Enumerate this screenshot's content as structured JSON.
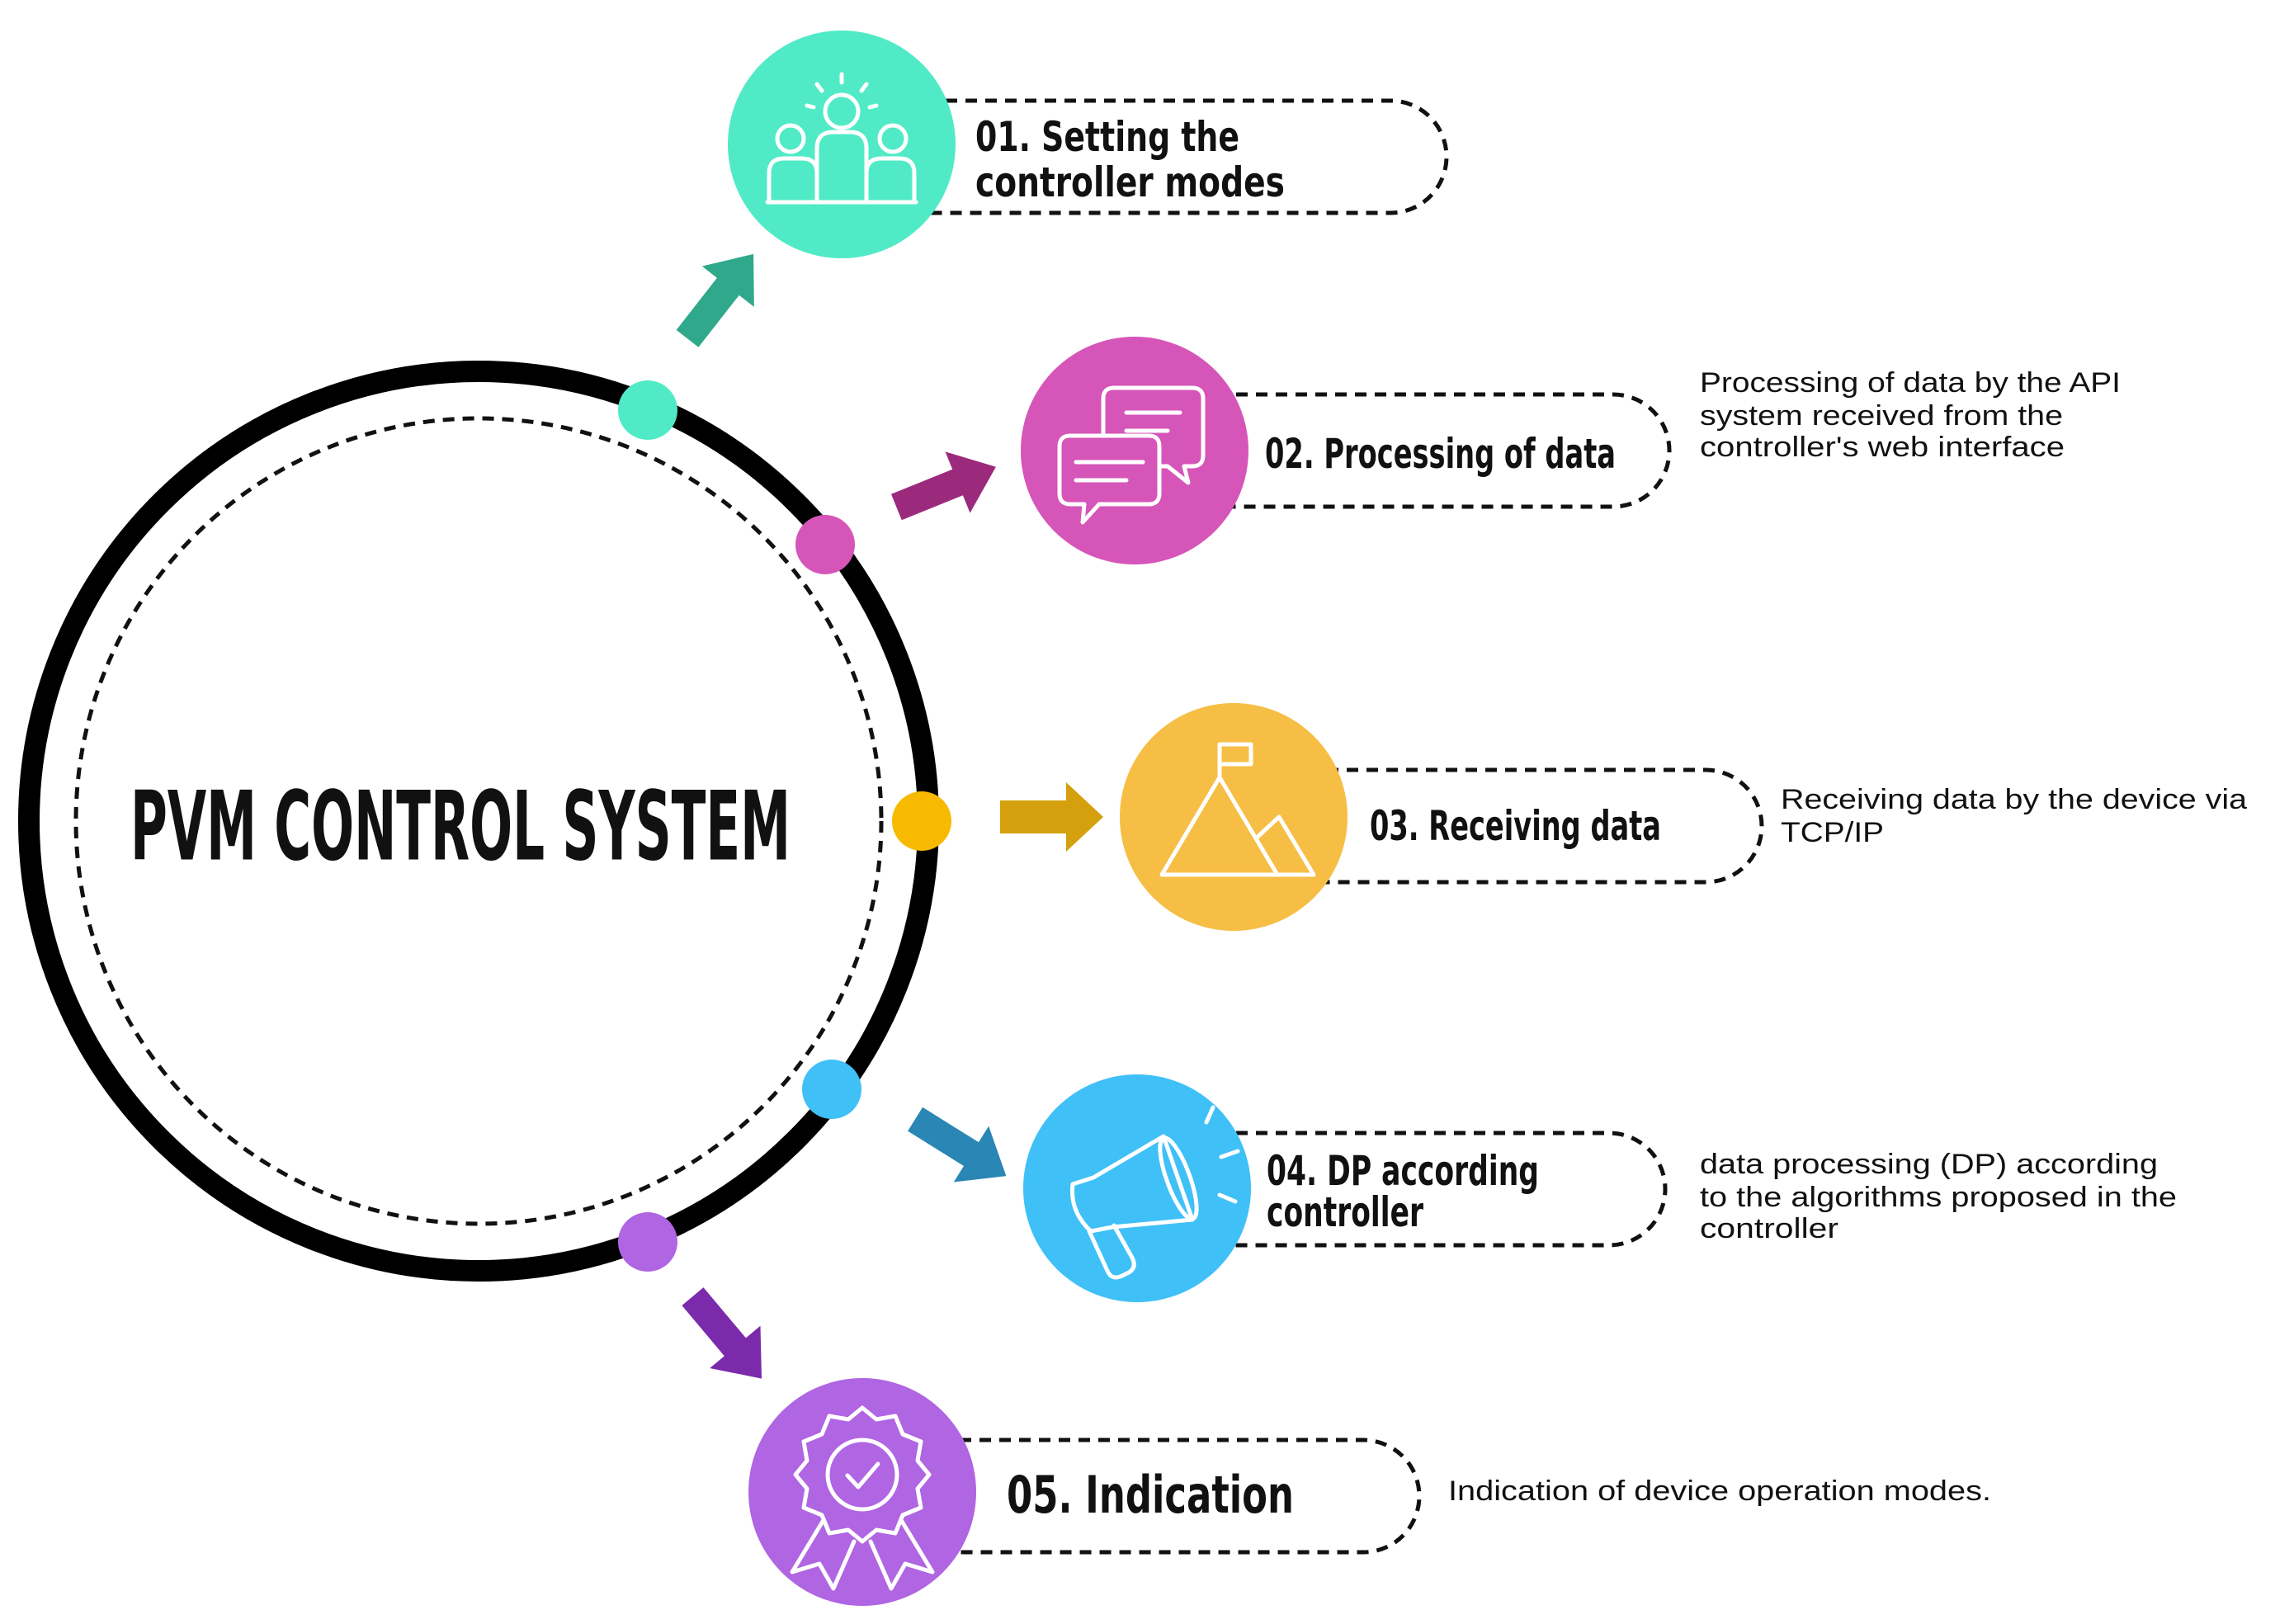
{
  "title": "PVM CONTROL SYSTEM",
  "steps": [
    {
      "title_lines": [
        "01. Setting the",
        "controller modes"
      ],
      "description_lines": [],
      "color": "#50EBC6",
      "arrow_color": "#2FA88C",
      "icon": "people-icon"
    },
    {
      "title_lines": [
        "02. Processing of data"
      ],
      "description_lines": [
        "Processing of data by the API",
        "system received from the",
        "controller's web interface"
      ],
      "color": "#D655B8",
      "arrow_color": "#9B2A7D",
      "icon": "chat-bubbles-icon"
    },
    {
      "title_lines": [
        "03. Receiving data"
      ],
      "description_lines": [
        "Receiving data by the device via",
        "TCP/IP"
      ],
      "color": "#F7BE45",
      "arrow_color": "#D4A00D",
      "icon": "mountain-flag-icon"
    },
    {
      "title_lines": [
        "04. DP according",
        "controller"
      ],
      "description_lines": [
        "data processing (DP) according",
        "to the algorithms proposed in the",
        "controller"
      ],
      "color": "#3FC0F7",
      "arrow_color": "#2A86B5",
      "icon": "megaphone-icon"
    },
    {
      "title_lines": [
        "05. Indication"
      ],
      "description_lines": [
        "Indication of device operation modes."
      ],
      "color": "#B065E3",
      "arrow_color": "#7A2AAA",
      "icon": "award-badge-icon"
    }
  ],
  "colors": {
    "ring": "#000000",
    "dot_3": "#F7BA00"
  }
}
